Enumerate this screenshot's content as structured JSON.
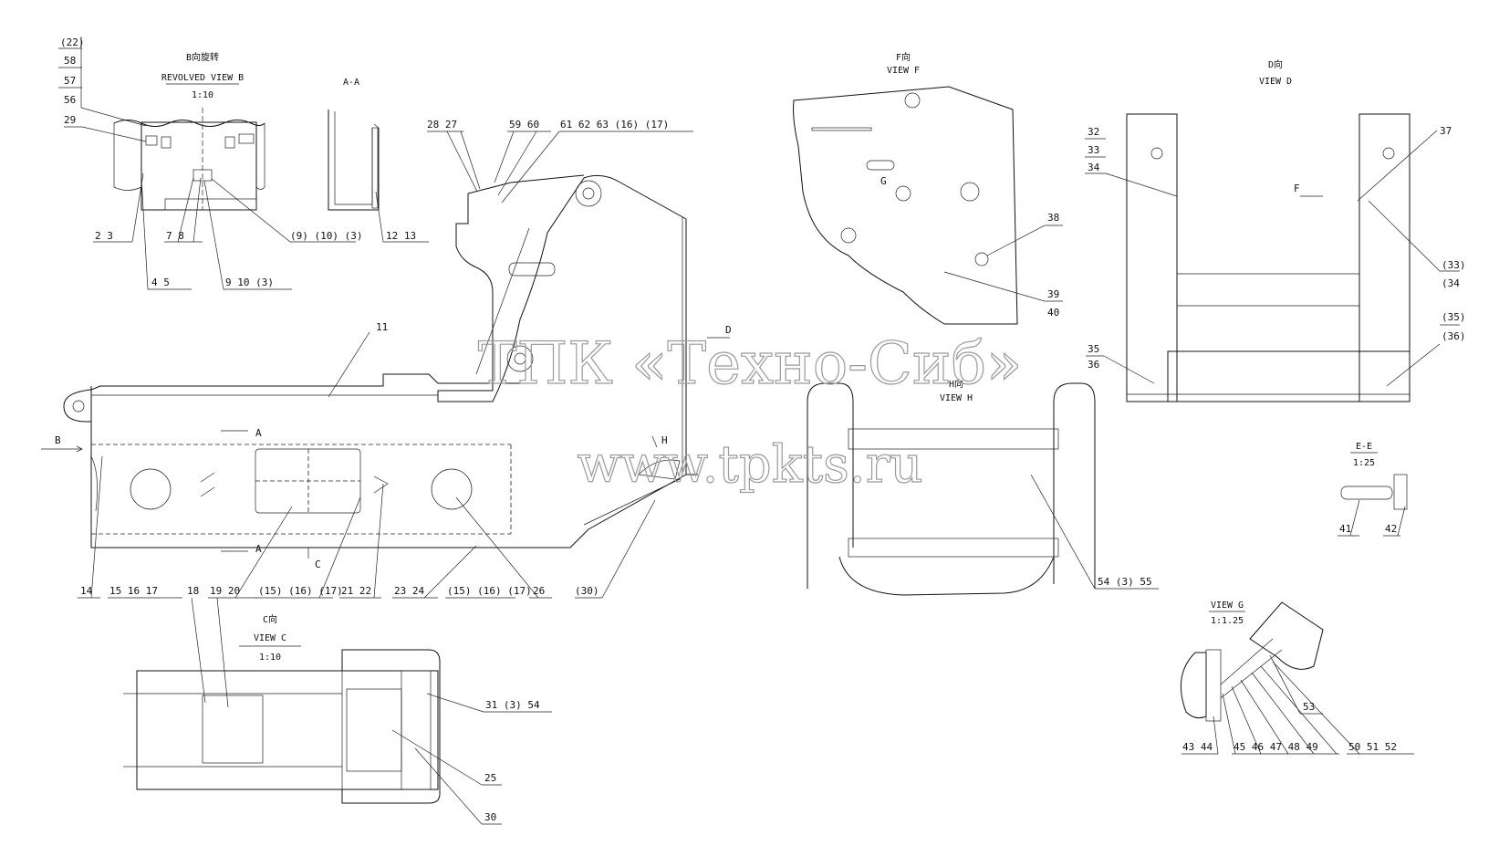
{
  "views": {
    "b": {
      "title_cn": "B向旋转",
      "title_en": "REVOLVED VIEW B",
      "scale": "1:10"
    },
    "aa": {
      "title": "A-A"
    },
    "f": {
      "title_cn": "F向",
      "title_en": "VIEW F"
    },
    "d": {
      "title_cn": "D向",
      "title_en": "VIEW D"
    },
    "h": {
      "title_cn": "H向",
      "title_en": "VIEW H"
    },
    "c": {
      "title_cn": "C向",
      "title_en": "VIEW C",
      "scale": "1:10"
    },
    "ee": {
      "title": "E-E",
      "scale": "1:25"
    },
    "g": {
      "title": "VIEW G",
      "scale": "1:1.25"
    }
  },
  "markers": {
    "b_arrow": "B",
    "a_top": "A",
    "a_bottom": "A",
    "c": "C",
    "d": "D",
    "h": "H",
    "f": "F",
    "g": "G"
  },
  "callouts": {
    "stack_b": [
      "(22)",
      "58",
      "57",
      "56"
    ],
    "b_29": "29",
    "b_2_3": "2   3",
    "b_7_8": "7   8",
    "b_9_10_3a": "(9)  (10)  (3)",
    "b_4_5": "4   5",
    "b_9_10_3b": "9   10  (3)",
    "aa_12_13": "12   13",
    "top_28_27": "28 27",
    "top_59_60": "59  60",
    "top_61_63": "61  62  63  (16) (17)",
    "main_11": "11",
    "bot_14": "14",
    "bot_15_17": "15   16   17",
    "bot_19_20": "19   20",
    "bot_15_17p": "(15) (16) (17)",
    "bot_21_22": "21   22",
    "bot_23_24": "23   24",
    "bot_15_17p2": "(15) (16) (17)",
    "bot_26": "26",
    "bot_30p": "(30)",
    "c_18": "18",
    "c_31": "31  (3)  54",
    "c_25": "25",
    "c_30": "30",
    "f_38": "38",
    "f_39": "39",
    "f_40": "40",
    "d_32": "32",
    "d_33": "33",
    "d_34": "34",
    "d_37": "37",
    "d_33p": "(33)",
    "d_34p": "(34",
    "d_35p": "(35)",
    "d_36p": "(36)",
    "d_35": "35",
    "d_36": "36",
    "h_54": "54  (3)  55",
    "e_41": "41",
    "e_42": "42",
    "g_53": "53",
    "g_43_44": "43   44",
    "g_45_49": "45  46  47   48   49",
    "g_50_52": "50   51   52"
  },
  "watermark": {
    "line1": "ТПК «Техно-Сиб»",
    "line2": "www.tpkts.ru"
  }
}
